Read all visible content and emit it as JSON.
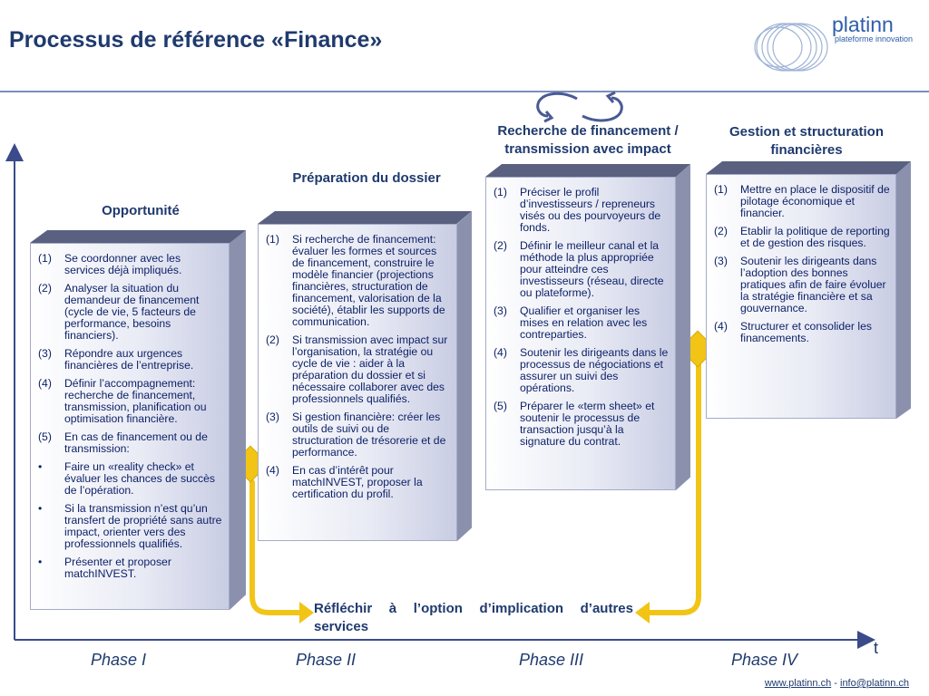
{
  "title": "Processus de référence «Finance»",
  "logo": {
    "name": "platinn",
    "subtitle": "plateforme innovation"
  },
  "axis": {
    "t_label": "t"
  },
  "phases": [
    "Phase I",
    "Phase II",
    "Phase III",
    "Phase IV"
  ],
  "boxes": [
    {
      "heading": "Opportunité",
      "items": [
        {
          "marker": "(1)",
          "text": "Se coordonner avec les services déjà impliqués."
        },
        {
          "marker": "(2)",
          "text": "Analyser la situation du demandeur de financement (cycle de vie, 5 facteurs de performance, besoins financiers)."
        },
        {
          "marker": "(3)",
          "text": "Répondre aux urgences financières de l’entreprise."
        },
        {
          "marker": "(4)",
          "text": "Définir l’accompagnement: recherche de financement, transmission, planification ou optimisation financière."
        },
        {
          "marker": "(5)",
          "text": "En cas de financement ou de transmission:"
        },
        {
          "marker": "•",
          "text": "Faire un «reality check» et évaluer les chances de succès de l’opération."
        },
        {
          "marker": "•",
          "text": "Si la transmission n’est qu’un transfert de propriété sans autre impact, orienter vers des professionnels qualifiés."
        },
        {
          "marker": "•",
          "text": "Présenter et proposer matchINVEST."
        }
      ]
    },
    {
      "heading": "Préparation du dossier",
      "items": [
        {
          "marker": "(1)",
          "text": "Si recherche de financement: évaluer les formes et sources de financement, construire le modèle financier (projections financières, structuration de financement, valorisation de la société), établir les supports de communication."
        },
        {
          "marker": "(2)",
          "text": "Si transmission avec impact sur l’organisation, la stratégie ou cycle de vie : aider à la préparation du dossier et si nécessaire collaborer avec des professionnels qualifiés."
        },
        {
          "marker": "(3)",
          "text": "Si gestion financière: créer les outils de suivi ou de structuration de trésorerie et de performance."
        },
        {
          "marker": "(4)",
          "text": "En cas d’intérêt pour matchINVEST, proposer la certification du profil."
        }
      ]
    },
    {
      "heading": "Recherche de financement / transmission avec impact",
      "items": [
        {
          "marker": "(1)",
          "text": "Préciser le profil d’investisseurs / repreneurs visés ou des pourvoyeurs de fonds."
        },
        {
          "marker": "(2)",
          "text": "Définir le meilleur canal et la méthode la plus appropriée pour atteindre ces investisseurs (réseau, directe ou plateforme)."
        },
        {
          "marker": "(3)",
          "text": "Qualifier et organiser les mises en relation avec les contreparties."
        },
        {
          "marker": "(4)",
          "text": "Soutenir les dirigeants dans le processus de négociations et assurer un suivi des opérations."
        },
        {
          "marker": "(5)",
          "text": "Préparer le «term sheet» et soutenir le processus de transaction jusqu’à la signature du contrat."
        }
      ]
    },
    {
      "heading": "Gestion et structuration financières",
      "items": [
        {
          "marker": "(1)",
          "text": "Mettre en place le dispositif de pilotage économique et financier."
        },
        {
          "marker": "(2)",
          "text": "Etablir la politique de reporting et de gestion des risques."
        },
        {
          "marker": "(3)",
          "text": "Soutenir les dirigeants dans l’adoption des bonnes pratiques afin de faire évoluer la stratégie financière et sa gouvernance."
        },
        {
          "marker": "(4)",
          "text": "Structurer et consolider les financements."
        }
      ]
    }
  ],
  "note": "Réfléchir à l’option d’implication d’autres services",
  "footer": {
    "website": "www.platinn.ch",
    "separator": " - ",
    "email": "info@platinn.ch"
  },
  "colors": {
    "title": "#1f3a6e",
    "box_text": "#0b1f66",
    "connector": "#f2c416",
    "axis": "#3a4a8a"
  }
}
